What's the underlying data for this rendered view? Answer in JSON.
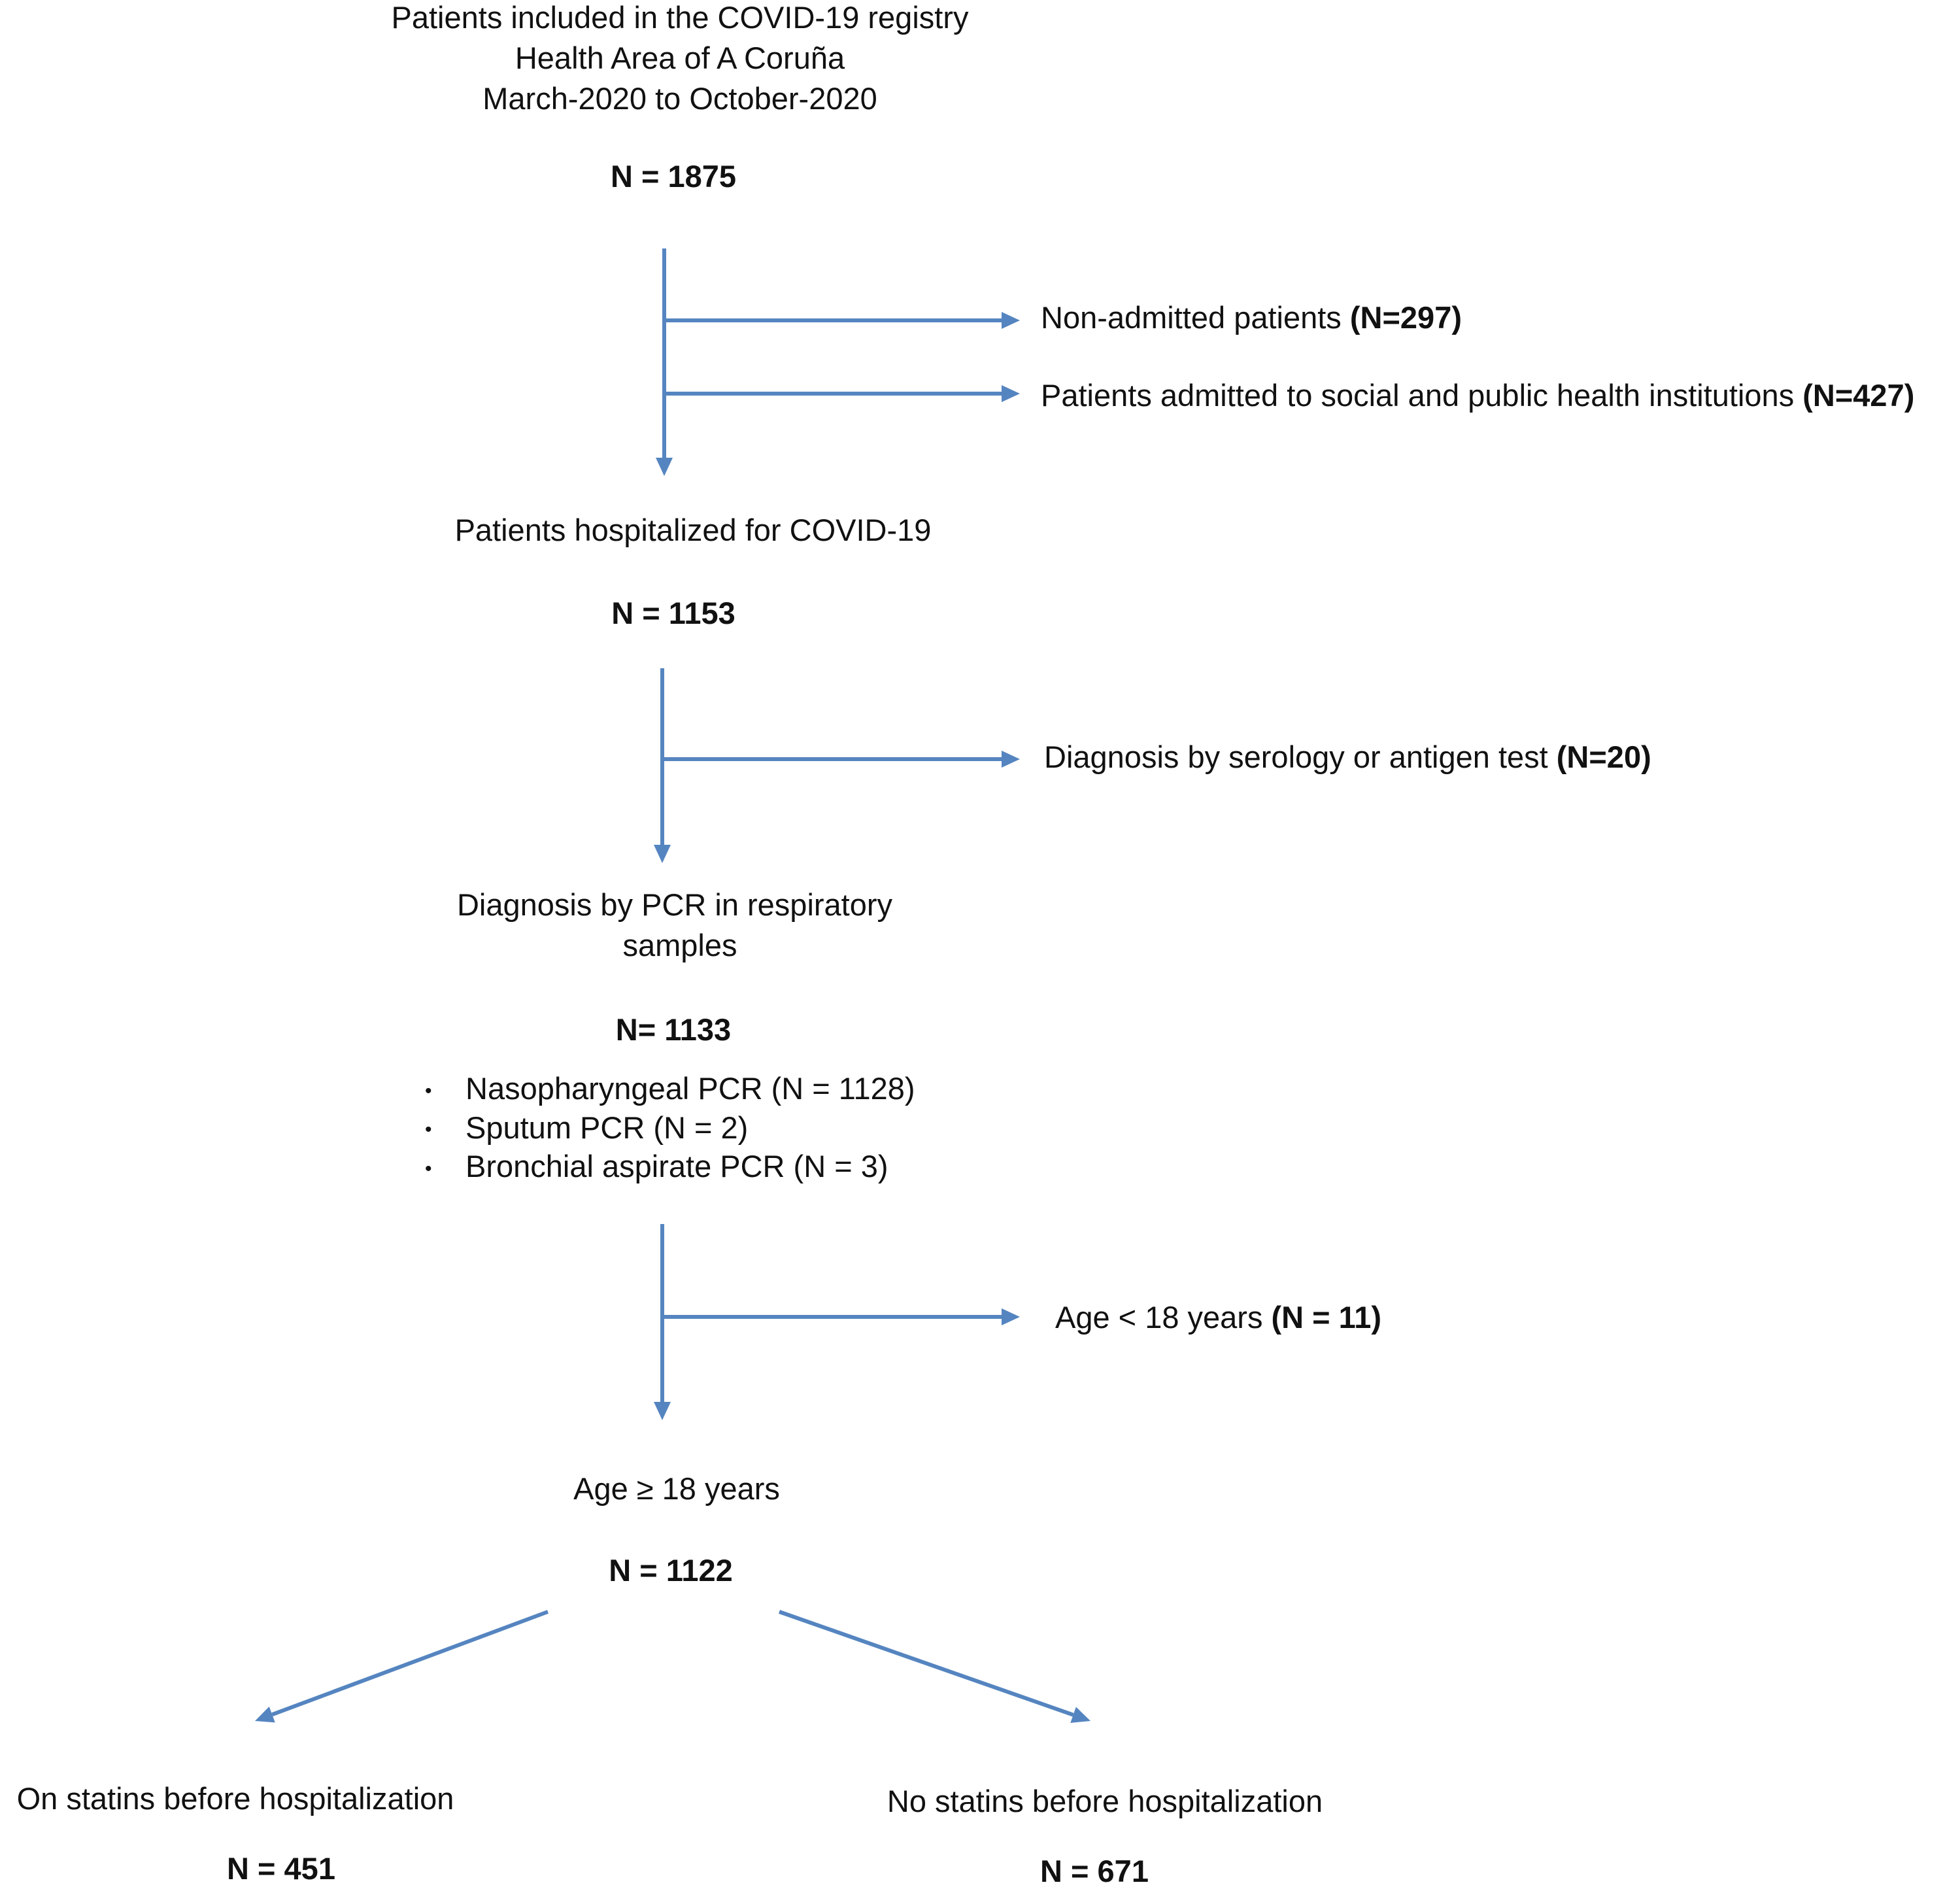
{
  "colors": {
    "arrow": "#5585c0",
    "text": "#111111",
    "background": "#ffffff"
  },
  "step1": {
    "line1": "Patients included in the COVID-19 registry",
    "line2": "Health Area of A Coruña",
    "line3": "March-2020 to October-2020",
    "count": "N = 1875"
  },
  "excl1": {
    "label": "Non-admitted patients ",
    "count": "(N=297)"
  },
  "excl2": {
    "label": "Patients admitted to social and public health institutions ",
    "count": "(N=427)"
  },
  "step2": {
    "label": "Patients hospitalized for COVID-19",
    "count": "N = 1153"
  },
  "excl3": {
    "label": "Diagnosis by serology or antigen test ",
    "count": "(N=20)"
  },
  "step3": {
    "line1": "Diagnosis by PCR in respiratory",
    "line2": "samples",
    "count": "N= 1133",
    "bullets": [
      "Nasopharyngeal PCR (N = 1128)",
      "Sputum PCR (N = 2)",
      "Bronchial aspirate PCR (N = 3)"
    ]
  },
  "excl4": {
    "label": "Age < 18 years ",
    "count": "(N = 11)"
  },
  "step4": {
    "label": "Age ≥ 18 years",
    "count": "N = 1122"
  },
  "left_group": {
    "label": "On statins before hospitalization",
    "count": "N = 451"
  },
  "right_group": {
    "label": "No statins before hospitalization",
    "count": "N = 671"
  }
}
